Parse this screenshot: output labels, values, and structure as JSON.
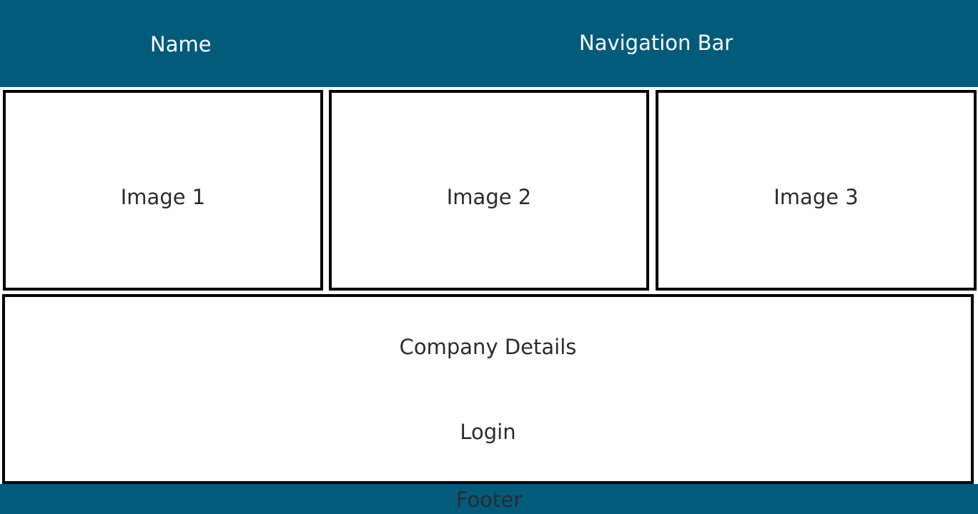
{
  "header": {
    "name_label": "Name",
    "nav_label": "Navigation Bar"
  },
  "images": [
    {
      "label": "Image 1"
    },
    {
      "label": "Image 2"
    },
    {
      "label": "Image 3"
    }
  ],
  "details": {
    "company_label": "Company Details",
    "login_label": "Login"
  },
  "footer": {
    "label": "Footer"
  },
  "colors": {
    "band": "#035b7c",
    "border": "#000000",
    "header_text": "#ffffff",
    "body_text": "#2b2b2b"
  }
}
